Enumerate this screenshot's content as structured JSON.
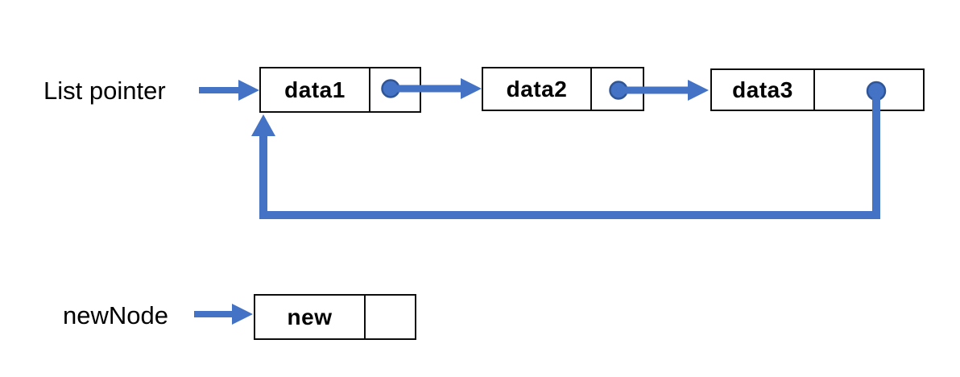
{
  "labels": {
    "list_pointer": "List pointer",
    "new_node": "newNode"
  },
  "nodes": [
    {
      "value": "data1",
      "has_next_dot": true
    },
    {
      "value": "data2",
      "has_next_dot": true
    },
    {
      "value": "data3",
      "has_next_dot": true
    },
    {
      "value": "new",
      "has_next_dot": false
    }
  ],
  "links": [
    {
      "from": "list_pointer_label",
      "to": "data1",
      "type": "straight-arrow"
    },
    {
      "from": "data1",
      "to": "data2",
      "type": "straight-arrow"
    },
    {
      "from": "data2",
      "to": "data3",
      "type": "straight-arrow"
    },
    {
      "from": "data3",
      "to": "data1",
      "type": "elbow-return-arrow"
    },
    {
      "from": "new_node_label",
      "to": "new",
      "type": "straight-arrow"
    }
  ],
  "colors": {
    "arrow": "#4472C4",
    "dot_fill": "#4472C4",
    "dot_border": "#2F5597",
    "box_border": "#0d0d0d",
    "text": "#000000"
  }
}
